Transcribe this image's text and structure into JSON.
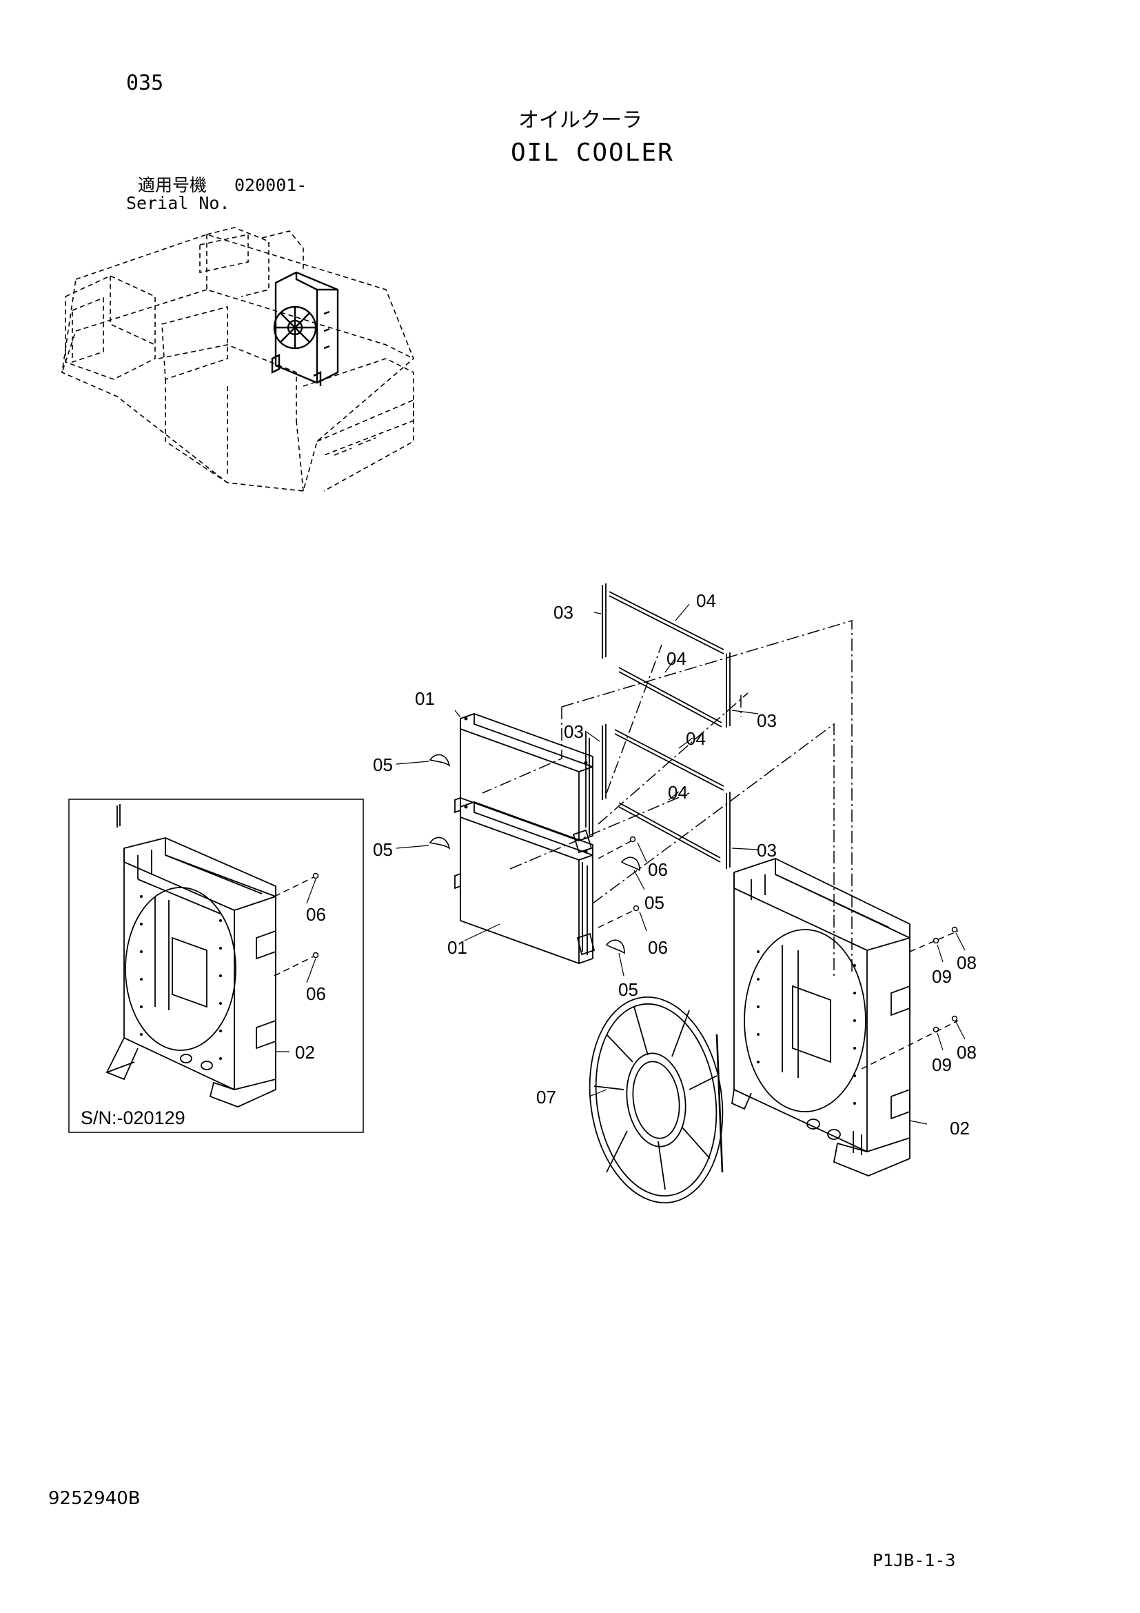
{
  "header": {
    "page_number": "035",
    "title_jp": "オイルクーラ",
    "title_en": "OIL COOLER",
    "serial_label_jp": "適用号機",
    "serial_from": "020001-",
    "serial_label_en": "Serial No."
  },
  "footer": {
    "document_code": "9252940B",
    "sheet_code": "P1JB-1-3"
  },
  "inset": {
    "serial_range": "S/N:-020129"
  },
  "callouts": {
    "p01": "01",
    "p02": "02",
    "p03": "03",
    "p04": "04",
    "p05": "05",
    "p06": "06",
    "p07": "07",
    "p08": "08",
    "p09": "09"
  }
}
